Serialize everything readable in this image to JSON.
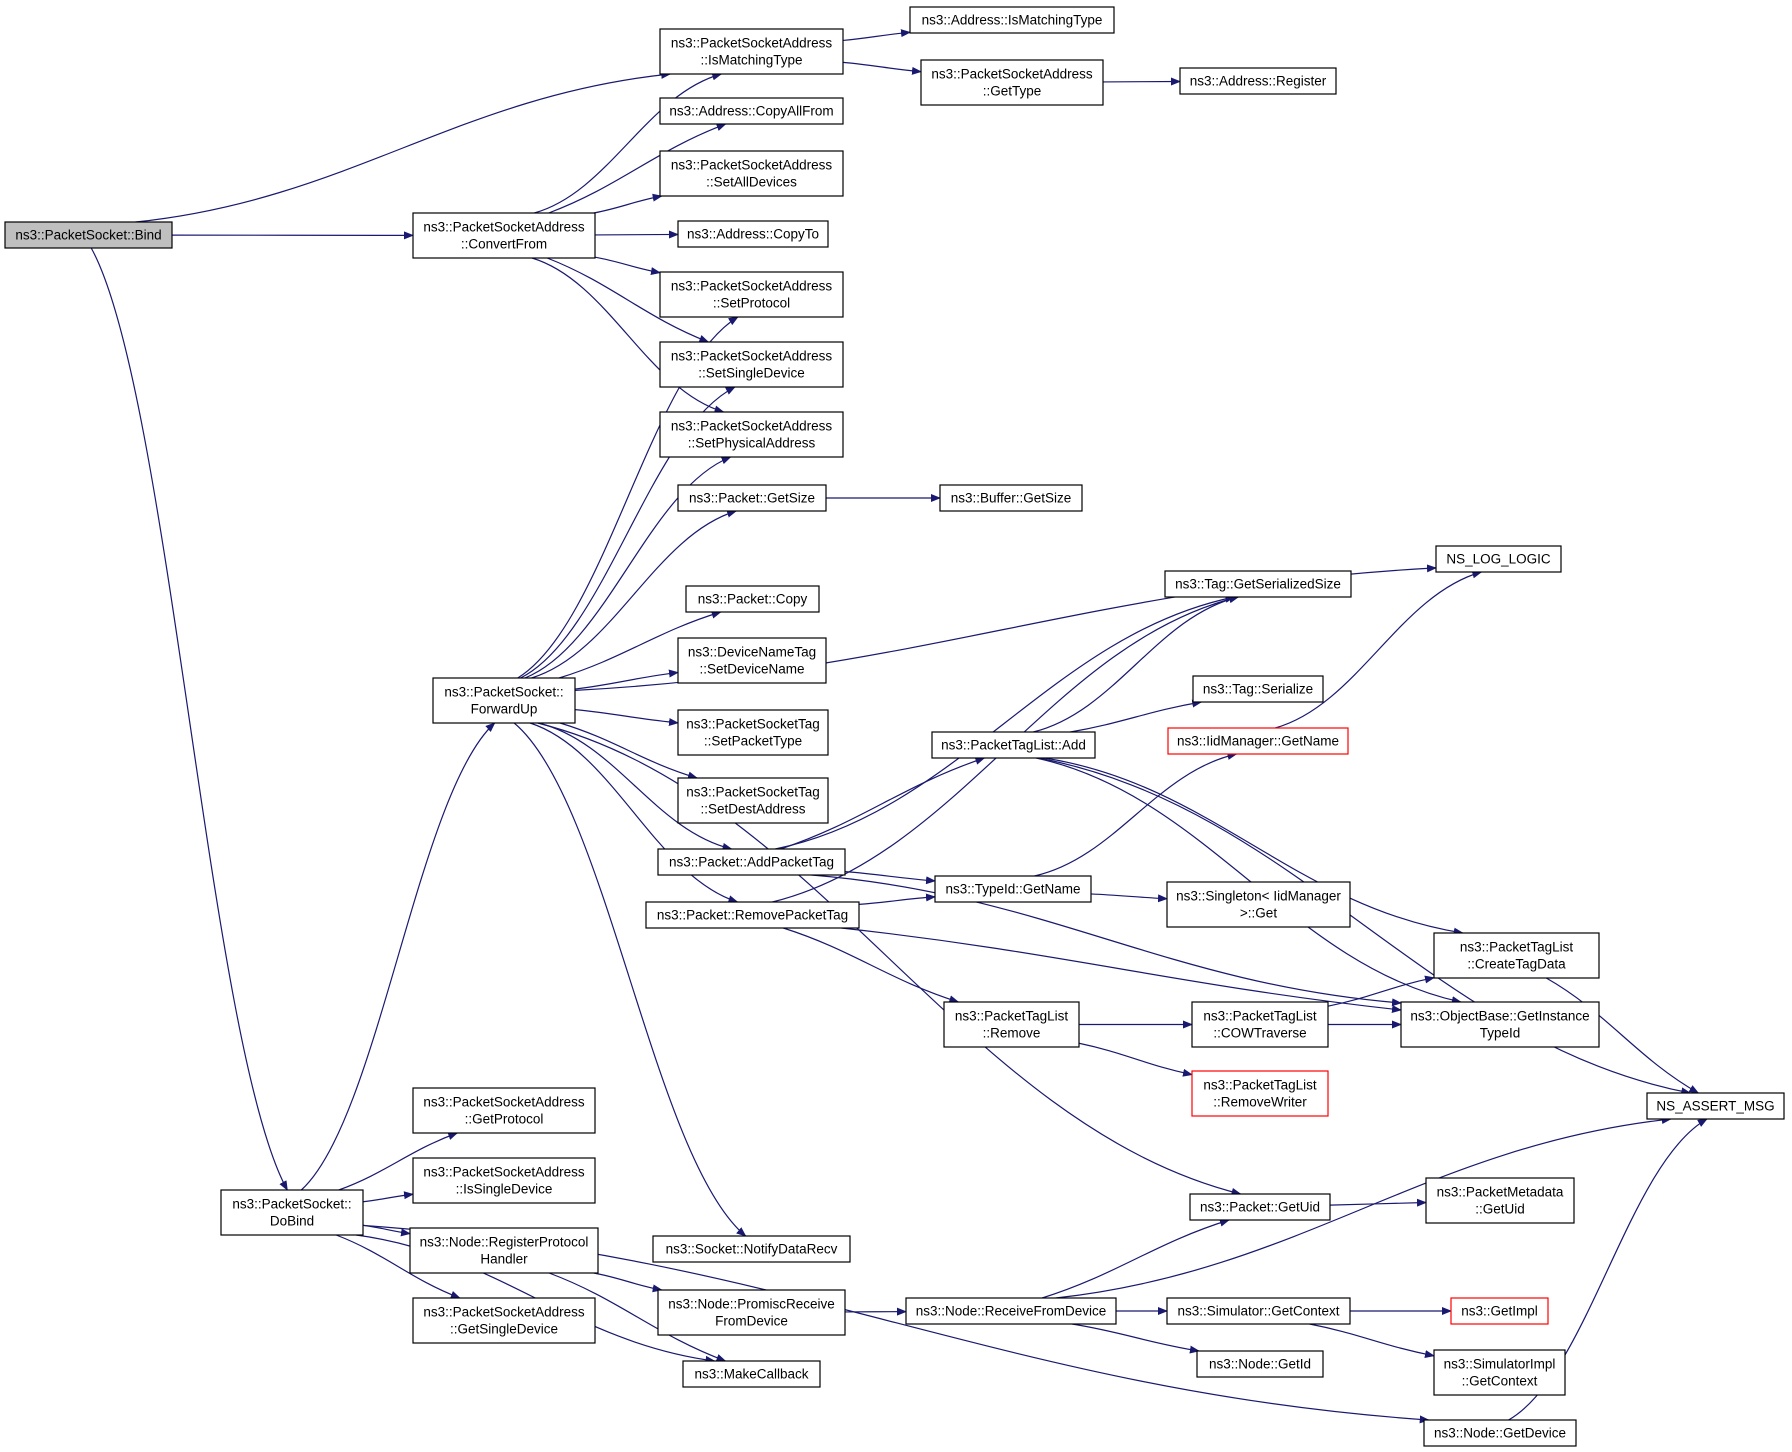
{
  "graph": {
    "nodes": [
      {
        "id": "bind",
        "lines": [
          "ns3::PacketSocket::Bind"
        ],
        "root": true
      },
      {
        "id": "convertFrom",
        "lines": [
          "ns3::PacketSocketAddress",
          "::ConvertFrom"
        ]
      },
      {
        "id": "isMatchingPSA",
        "lines": [
          "ns3::PacketSocketAddress",
          "::IsMatchingType"
        ]
      },
      {
        "id": "addrIsMatching",
        "lines": [
          "ns3::Address::IsMatchingType"
        ]
      },
      {
        "id": "psaGetType",
        "lines": [
          "ns3::PacketSocketAddress",
          "::GetType"
        ]
      },
      {
        "id": "addrRegister",
        "lines": [
          "ns3::Address::Register"
        ]
      },
      {
        "id": "copyAllFrom",
        "lines": [
          "ns3::Address::CopyAllFrom"
        ]
      },
      {
        "id": "setAllDevices",
        "lines": [
          "ns3::PacketSocketAddress",
          "::SetAllDevices"
        ]
      },
      {
        "id": "copyTo",
        "lines": [
          "ns3::Address::CopyTo"
        ]
      },
      {
        "id": "setProtocol",
        "lines": [
          "ns3::PacketSocketAddress",
          "::SetProtocol"
        ]
      },
      {
        "id": "setSingleDevice",
        "lines": [
          "ns3::PacketSocketAddress",
          "::SetSingleDevice"
        ]
      },
      {
        "id": "setPhysicalAddress",
        "lines": [
          "ns3::PacketSocketAddress",
          "::SetPhysicalAddress"
        ]
      },
      {
        "id": "packetGetSize",
        "lines": [
          "ns3::Packet::GetSize"
        ]
      },
      {
        "id": "bufferGetSize",
        "lines": [
          "ns3::Buffer::GetSize"
        ]
      },
      {
        "id": "nsLogLogic",
        "lines": [
          "NS_LOG_LOGIC"
        ]
      },
      {
        "id": "packetCopy",
        "lines": [
          "ns3::Packet::Copy"
        ]
      },
      {
        "id": "setDeviceName",
        "lines": [
          "ns3::DeviceNameTag",
          "::SetDeviceName"
        ]
      },
      {
        "id": "setPacketType",
        "lines": [
          "ns3::PacketSocketTag",
          "::SetPacketType"
        ]
      },
      {
        "id": "setDestAddress",
        "lines": [
          "ns3::PacketSocketTag",
          "::SetDestAddress"
        ]
      },
      {
        "id": "forwardUp",
        "lines": [
          "ns3::PacketSocket::",
          "ForwardUp"
        ]
      },
      {
        "id": "addPacketTag",
        "lines": [
          "ns3::Packet::AddPacketTag"
        ]
      },
      {
        "id": "removePacketTag",
        "lines": [
          "ns3::Packet::RemovePacketTag"
        ]
      },
      {
        "id": "tagGetSerializedSize",
        "lines": [
          "ns3::Tag::GetSerializedSize"
        ]
      },
      {
        "id": "tagSerialize",
        "lines": [
          "ns3::Tag::Serialize"
        ]
      },
      {
        "id": "ptlAdd",
        "lines": [
          "ns3::PacketTagList::Add"
        ]
      },
      {
        "id": "iidGetName",
        "lines": [
          "ns3::IidManager::GetName"
        ],
        "red": true
      },
      {
        "id": "typeIdGetName",
        "lines": [
          "ns3::TypeId::GetName"
        ]
      },
      {
        "id": "singletonGet",
        "lines": [
          "ns3::Singleton< IidManager",
          ">::Get"
        ]
      },
      {
        "id": "createTagData",
        "lines": [
          "ns3::PacketTagList",
          "::CreateTagData"
        ]
      },
      {
        "id": "ptlRemove",
        "lines": [
          "ns3::PacketTagList",
          "::Remove"
        ]
      },
      {
        "id": "cowTraverse",
        "lines": [
          "ns3::PacketTagList",
          "::COWTraverse"
        ]
      },
      {
        "id": "getInstanceTypeId",
        "lines": [
          "ns3::ObjectBase::GetInstance",
          "TypeId"
        ]
      },
      {
        "id": "removeWriter",
        "lines": [
          "ns3::PacketTagList",
          "::RemoveWriter"
        ],
        "red": true
      },
      {
        "id": "nsAssertMsg",
        "lines": [
          "NS_ASSERT_MSG"
        ]
      },
      {
        "id": "psaGetProtocol",
        "lines": [
          "ns3::PacketSocketAddress",
          "::GetProtocol"
        ]
      },
      {
        "id": "psaIsSingleDevice",
        "lines": [
          "ns3::PacketSocketAddress",
          "::IsSingleDevice"
        ]
      },
      {
        "id": "doBind",
        "lines": [
          "ns3::PacketSocket::",
          "DoBind"
        ]
      },
      {
        "id": "registerProtocolHandler",
        "lines": [
          "ns3::Node::RegisterProtocol",
          "Handler"
        ]
      },
      {
        "id": "psaGetSingleDevice",
        "lines": [
          "ns3::PacketSocketAddress",
          "::GetSingleDevice"
        ]
      },
      {
        "id": "notifyDataRecv",
        "lines": [
          "ns3::Socket::NotifyDataRecv"
        ]
      },
      {
        "id": "packetGetUid",
        "lines": [
          "ns3::Packet::GetUid"
        ]
      },
      {
        "id": "metadataGetUid",
        "lines": [
          "ns3::PacketMetadata",
          "::GetUid"
        ]
      },
      {
        "id": "promiscReceive",
        "lines": [
          "ns3::Node::PromiscReceive",
          "FromDevice"
        ]
      },
      {
        "id": "receiveFromDevice",
        "lines": [
          "ns3::Node::ReceiveFromDevice"
        ]
      },
      {
        "id": "simGetContext",
        "lines": [
          "ns3::Simulator::GetContext"
        ]
      },
      {
        "id": "getImpl",
        "lines": [
          "ns3::GetImpl"
        ],
        "red": true
      },
      {
        "id": "nodeGetId",
        "lines": [
          "ns3::Node::GetId"
        ]
      },
      {
        "id": "simImplGetContext",
        "lines": [
          "ns3::SimulatorImpl",
          "::GetContext"
        ]
      },
      {
        "id": "makeCallback",
        "lines": [
          "ns3::MakeCallback"
        ]
      },
      {
        "id": "nodeGetDevice",
        "lines": [
          "ns3::Node::GetDevice"
        ]
      }
    ],
    "edges": [
      [
        "bind",
        "isMatchingPSA"
      ],
      [
        "bind",
        "convertFrom"
      ],
      [
        "bind",
        "doBind"
      ],
      [
        "convertFrom",
        "isMatchingPSA"
      ],
      [
        "convertFrom",
        "copyAllFrom"
      ],
      [
        "convertFrom",
        "setAllDevices"
      ],
      [
        "convertFrom",
        "copyTo"
      ],
      [
        "convertFrom",
        "setProtocol"
      ],
      [
        "convertFrom",
        "setSingleDevice"
      ],
      [
        "convertFrom",
        "setPhysicalAddress"
      ],
      [
        "isMatchingPSA",
        "addrIsMatching"
      ],
      [
        "isMatchingPSA",
        "psaGetType"
      ],
      [
        "psaGetType",
        "addrRegister"
      ],
      [
        "packetGetSize",
        "bufferGetSize"
      ],
      [
        "forwardUp",
        "setProtocol"
      ],
      [
        "forwardUp",
        "setSingleDevice"
      ],
      [
        "forwardUp",
        "setPhysicalAddress"
      ],
      [
        "forwardUp",
        "packetGetSize"
      ],
      [
        "forwardUp",
        "nsLogLogic"
      ],
      [
        "forwardUp",
        "packetCopy"
      ],
      [
        "forwardUp",
        "setDeviceName"
      ],
      [
        "forwardUp",
        "setPacketType"
      ],
      [
        "forwardUp",
        "setDestAddress"
      ],
      [
        "forwardUp",
        "addPacketTag"
      ],
      [
        "forwardUp",
        "removePacketTag"
      ],
      [
        "forwardUp",
        "packetGetUid"
      ],
      [
        "forwardUp",
        "notifyDataRecv"
      ],
      [
        "addPacketTag",
        "tagGetSerializedSize"
      ],
      [
        "addPacketTag",
        "ptlAdd"
      ],
      [
        "addPacketTag",
        "typeIdGetName"
      ],
      [
        "addPacketTag",
        "getInstanceTypeId"
      ],
      [
        "removePacketTag",
        "tagGetSerializedSize"
      ],
      [
        "removePacketTag",
        "typeIdGetName"
      ],
      [
        "removePacketTag",
        "ptlRemove"
      ],
      [
        "removePacketTag",
        "getInstanceTypeId"
      ],
      [
        "ptlAdd",
        "tagGetSerializedSize"
      ],
      [
        "ptlAdd",
        "tagSerialize"
      ],
      [
        "ptlAdd",
        "nsAssertMsg"
      ],
      [
        "ptlAdd",
        "createTagData"
      ],
      [
        "ptlAdd",
        "getInstanceTypeId"
      ],
      [
        "iidGetName",
        "nsLogLogic"
      ],
      [
        "typeIdGetName",
        "iidGetName"
      ],
      [
        "typeIdGetName",
        "singletonGet"
      ],
      [
        "ptlRemove",
        "cowTraverse"
      ],
      [
        "ptlRemove",
        "removeWriter"
      ],
      [
        "cowTraverse",
        "createTagData"
      ],
      [
        "cowTraverse",
        "getInstanceTypeId"
      ],
      [
        "createTagData",
        "nsAssertMsg"
      ],
      [
        "doBind",
        "forwardUp"
      ],
      [
        "doBind",
        "psaGetProtocol"
      ],
      [
        "doBind",
        "psaIsSingleDevice"
      ],
      [
        "doBind",
        "registerProtocolHandler"
      ],
      [
        "doBind",
        "psaGetSingleDevice"
      ],
      [
        "doBind",
        "makeCallback"
      ],
      [
        "doBind",
        "nodeGetDevice"
      ],
      [
        "registerProtocolHandler",
        "promiscReceive"
      ],
      [
        "registerProtocolHandler",
        "makeCallback"
      ],
      [
        "promiscReceive",
        "receiveFromDevice"
      ],
      [
        "receiveFromDevice",
        "packetGetUid"
      ],
      [
        "receiveFromDevice",
        "nsAssertMsg"
      ],
      [
        "receiveFromDevice",
        "simGetContext"
      ],
      [
        "receiveFromDevice",
        "nodeGetId"
      ],
      [
        "simGetContext",
        "getImpl"
      ],
      [
        "simGetContext",
        "simImplGetContext"
      ],
      [
        "packetGetUid",
        "metadataGetUid"
      ],
      [
        "nodeGetDevice",
        "nsAssertMsg"
      ]
    ]
  }
}
